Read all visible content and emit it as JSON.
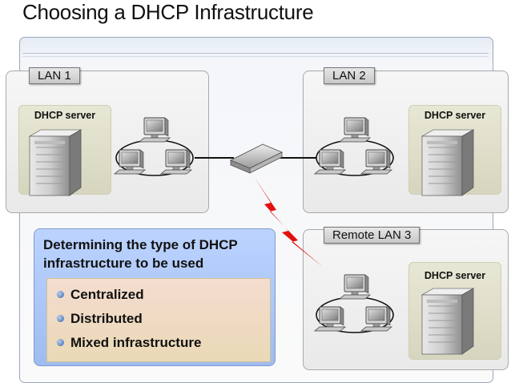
{
  "title": "Choosing a DHCP Infrastructure",
  "lans": [
    {
      "label": "LAN 1",
      "server_label": "DHCP server"
    },
    {
      "label": "LAN 2",
      "server_label": "DHCP server"
    },
    {
      "label": "Remote LAN 3",
      "server_label": "DHCP server"
    }
  ],
  "info": {
    "heading": "Determining the type of DHCP infrastructure to be used",
    "items": [
      "Centralized",
      "Distributed",
      "Mixed infrastructure"
    ]
  }
}
